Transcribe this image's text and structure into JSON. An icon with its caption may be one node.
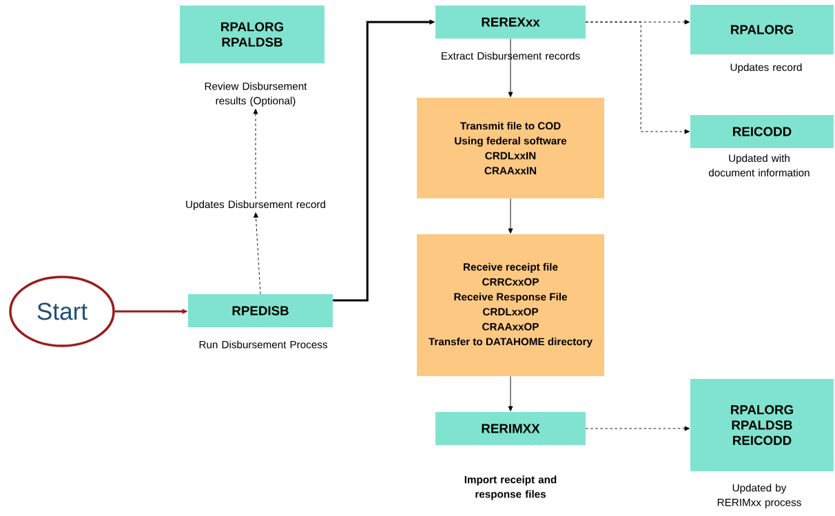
{
  "diagram": {
    "nodes": [
      {
        "text": [
          "Start"
        ]
      },
      {
        "text": [
          "RPALORG",
          "RPALDSB"
        ]
      },
      {
        "text": [
          "Review Disbursement results (Optional)"
        ]
      },
      {
        "text": [
          "Updates Disbursement record"
        ]
      },
      {
        "text": [
          "RPEDISB"
        ],
        "beside": [
          "Run Disbursement Process"
        ]
      },
      {
        "text": [
          "REREXxx"
        ],
        "beside": [
          "Extract Disbursement records"
        ]
      },
      {
        "text": [
          "Transmit file to COD",
          "Using federal software",
          "CRDLxxIN",
          "CRAAxxIN"
        ]
      },
      {
        "text": [
          "Receive receipt file",
          "CRRCxxOP",
          "Receive Response File",
          "CRDLxxOP",
          "CRAAxxOP",
          "Transfer to DATAHOME directory"
        ]
      },
      {
        "text": [
          "RERIMXX"
        ],
        "beside": [
          "Import receipt and response files"
        ]
      },
      {
        "text": [
          "RPALORG"
        ],
        "beside": [
          "Updates record"
        ]
      },
      {
        "text": [
          "REICODD"
        ],
        "beside": [
          "Updated with document information"
        ]
      },
      {
        "text": [
          "RPALORG",
          "RPALDSB",
          "REICODD"
        ],
        "beside": [
          "Updated by RERIMxx process"
        ]
      }
    ],
    "edges": [
      {
        "from": 0,
        "to": 4,
        "arrow": "to",
        "style": "thick",
        "color": "#9b1b1b"
      },
      {
        "from": 4,
        "to": 3,
        "arrow": "to",
        "style": "dashed"
      },
      {
        "from": 3,
        "to": 2,
        "arrow": "to",
        "style": "dashed"
      },
      {
        "from": 4,
        "to": 5,
        "arrow": "to",
        "style": "thick"
      },
      {
        "from": 5,
        "to": 9,
        "arrow": "to",
        "style": "dashed"
      },
      {
        "from": 5,
        "to": 10,
        "arrow": "to",
        "style": "dashed"
      },
      {
        "from": 5,
        "to": 6,
        "arrow": "to"
      },
      {
        "from": 6,
        "to": 7,
        "arrow": "to"
      },
      {
        "from": 7,
        "to": 8,
        "arrow": "to"
      },
      {
        "from": 8,
        "to": 11,
        "arrow": "to",
        "style": "dashed"
      }
    ]
  }
}
